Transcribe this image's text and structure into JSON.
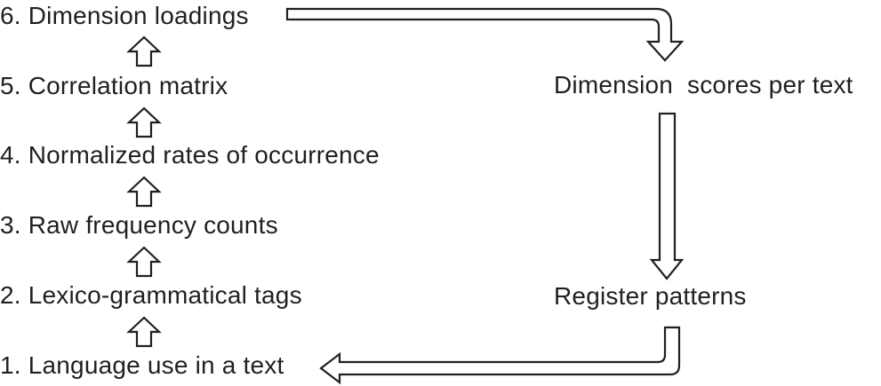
{
  "diagram": {
    "steps": [
      "1. Language use in a text",
      "2. Lexico-grammatical tags",
      "3. Raw frequency counts",
      "4. Normalized rates of occurrence",
      "5. Correlation matrix",
      "6. Dimension loadings"
    ],
    "results": {
      "dimension_scores": "Dimension  scores per text",
      "register_patterns": "Register patterns"
    },
    "colors": {
      "stroke": "#231f20",
      "fill": "#ffffff",
      "text": "#231f20"
    }
  }
}
